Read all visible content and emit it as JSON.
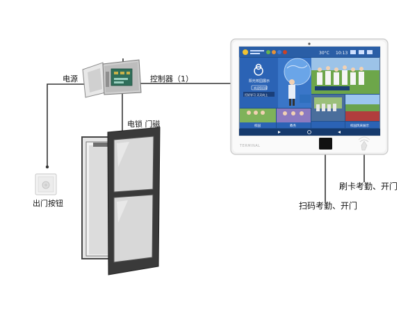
{
  "labels": {
    "power": "电源",
    "controller": "控制器（1）",
    "lock_sensor": "电锁 门磁",
    "exit_button": "出门按钮",
    "card_function": "刷卡考勤、开门",
    "qr_function": "扫码考勤、开门"
  },
  "terminal_screen": {
    "status_temp": "30°C",
    "status_time": "10:13",
    "banner_title": "阳光校园展示",
    "banner_subtitle": "欢迎您回家",
    "banner_cta": "打好学习 天天向上",
    "tiles": [
      "校园",
      "教务",
      "",
      "校园风采展示"
    ],
    "brand": "TERMINAL"
  },
  "colors": {
    "line": "#333333",
    "screen_bg": "#1f4f8f",
    "tile_blue": "#2b63b5",
    "door_frame": "#3a3a3a",
    "panel_glass": "#d8d8d8"
  }
}
